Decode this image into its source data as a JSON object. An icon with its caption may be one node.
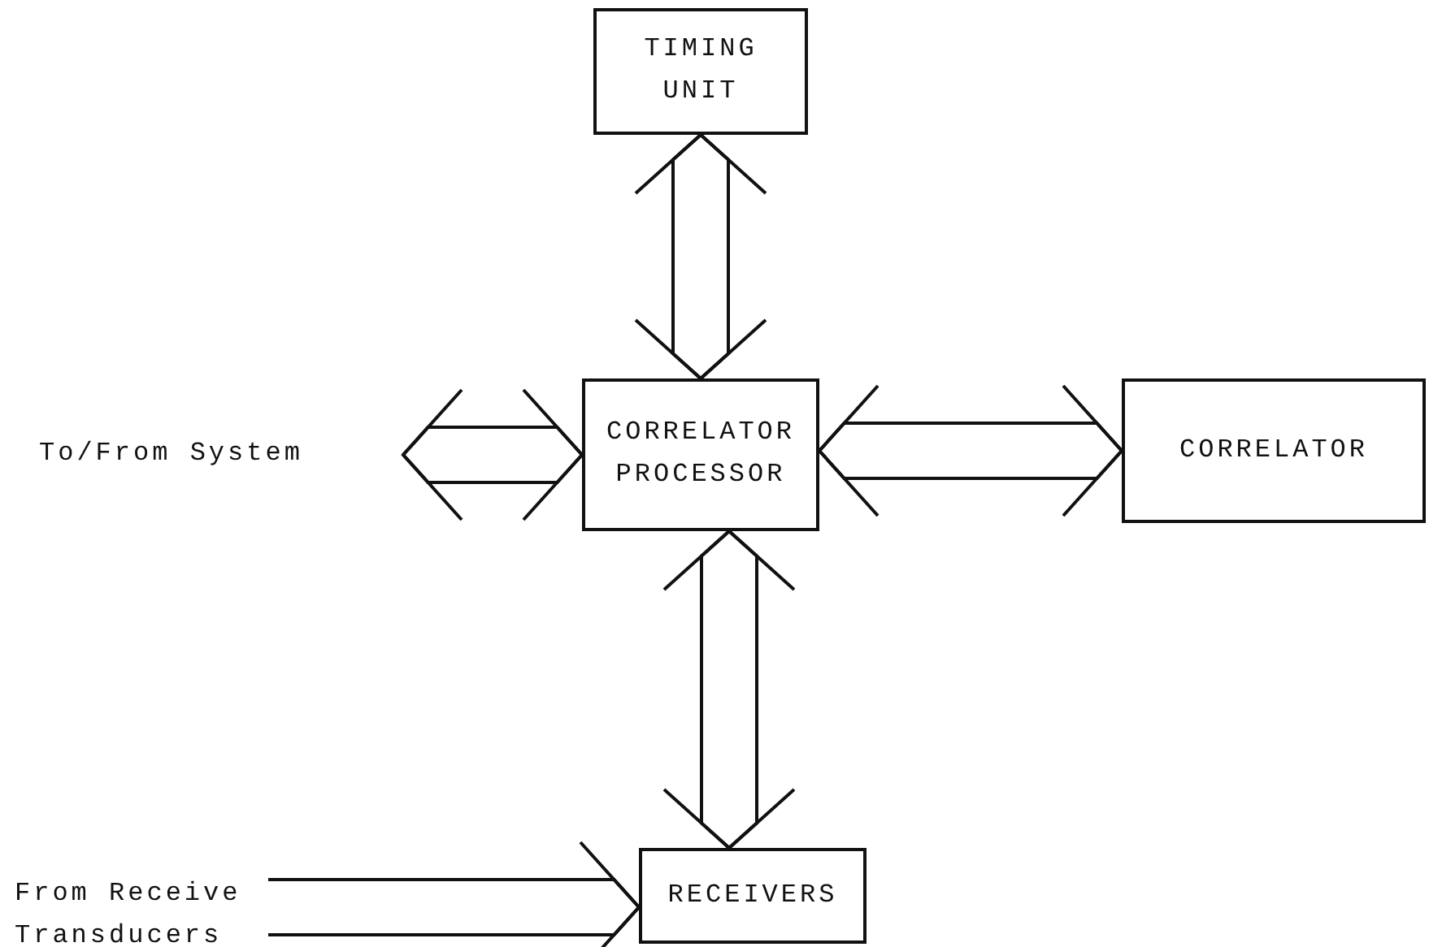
{
  "diagram": {
    "nodes": [
      {
        "text": [
          "TIMING UNIT"
        ]
      },
      {
        "text": [
          "CORRELATOR PROCESSOR"
        ]
      },
      {
        "text": [
          "CORRELATOR"
        ]
      },
      {
        "text": [
          "RECEIVERS"
        ]
      },
      {
        "text": [
          "To/From System"
        ]
      },
      {
        "text": [
          "From Receive Transducers"
        ]
      }
    ],
    "edges": [
      {
        "from": 0,
        "to": 1,
        "arrow": "both"
      },
      {
        "from": 4,
        "to": 1,
        "arrow": "both"
      },
      {
        "from": 1,
        "to": 2,
        "arrow": "both"
      },
      {
        "from": 1,
        "to": 3,
        "arrow": "both"
      },
      {
        "from": 5,
        "to": 3,
        "arrow": "to"
      }
    ]
  }
}
